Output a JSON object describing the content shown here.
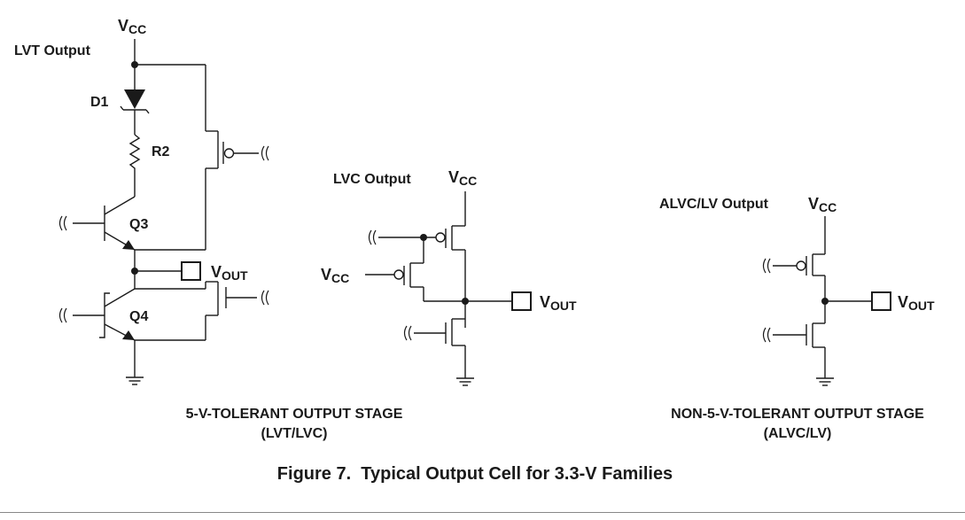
{
  "circuits": {
    "lvt": {
      "title": "LVT Output",
      "vcc": "V",
      "vcc_sub": "CC",
      "d1": "D1",
      "r2": "R2",
      "q3": "Q3",
      "q4": "Q4",
      "vout": "V",
      "vout_sub": "OUT"
    },
    "lvc": {
      "title": "LVC Output",
      "vcc": "V",
      "vcc_sub": "CC",
      "vcc_in": "V",
      "vcc_in_sub": "CC",
      "vout": "V",
      "vout_sub": "OUT"
    },
    "alvc": {
      "title": "ALVC/LV Output",
      "vcc": "V",
      "vcc_sub": "CC",
      "vout": "V",
      "vout_sub": "OUT"
    }
  },
  "stages": {
    "tolerant_line1": "5-V-TOLERANT OUTPUT STAGE",
    "tolerant_line2": "(LVT/LVC)",
    "non_tolerant_line1": "NON-5-V-TOLERANT OUTPUT STAGE",
    "non_tolerant_line2": "(ALVC/LV)"
  },
  "caption": "Figure 7.  Typical Output Cell for 3.3-V Families"
}
